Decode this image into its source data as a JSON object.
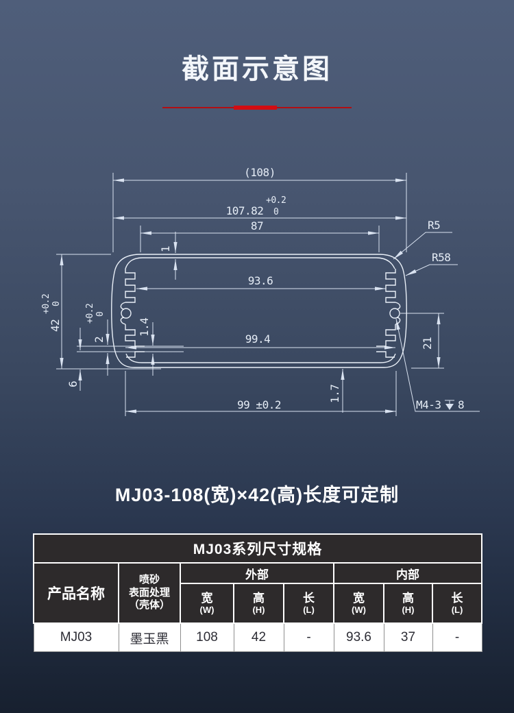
{
  "page": {
    "title": "截面示意图",
    "subtitle": "MJ03-108(宽)×42(高)长度可定制",
    "colors": {
      "background_top": "#4f5e7a",
      "background_bottom": "#17202f",
      "accent_red_thin": "#b20e13",
      "accent_red_thick": "#d30c12",
      "drawing_line": "#e6edf6",
      "table_header_bg": "#2d2a2b",
      "table_row_bg": "#ffffff"
    }
  },
  "drawing": {
    "labels": {
      "w_ref": "(108)",
      "w_machined": "107.82",
      "w_tol_up": "+0.2",
      "w_tol_dn": "0",
      "top_flat": "87",
      "top_wall": "1",
      "r_corner": "R5",
      "r_side": "R58",
      "inner_w_top": "93.6",
      "inner_w_bot": "99.4",
      "height": "42",
      "h_tol_up": "+0.2",
      "h_tol_dn": "0",
      "slot": "2",
      "slot_tol_up": "+0.2",
      "slot_tol_dn": "0",
      "rib": "1.4",
      "slot_bottom": "6",
      "bottom_wall": "1.7",
      "bottom_flat": "99 ±0.2",
      "boss_height": "21",
      "thread": "M4-3",
      "thread_depth": "8"
    }
  },
  "table": {
    "title": "MJ03系列尺寸规格",
    "headers": {
      "product": "产品名称",
      "finish": [
        "喷砂",
        "表面处理",
        "（壳体）"
      ],
      "outer": "外部",
      "inner": "内部",
      "w": "宽",
      "w_en": "(W)",
      "h": "高",
      "h_en": "(H)",
      "l": "长",
      "l_en": "(L)"
    },
    "row": {
      "product": "MJ03",
      "finish": "墨玉黑",
      "outer_w": "108",
      "outer_h": "42",
      "outer_l": "-",
      "inner_w": "93.6",
      "inner_h": "37",
      "inner_l": "-"
    }
  }
}
